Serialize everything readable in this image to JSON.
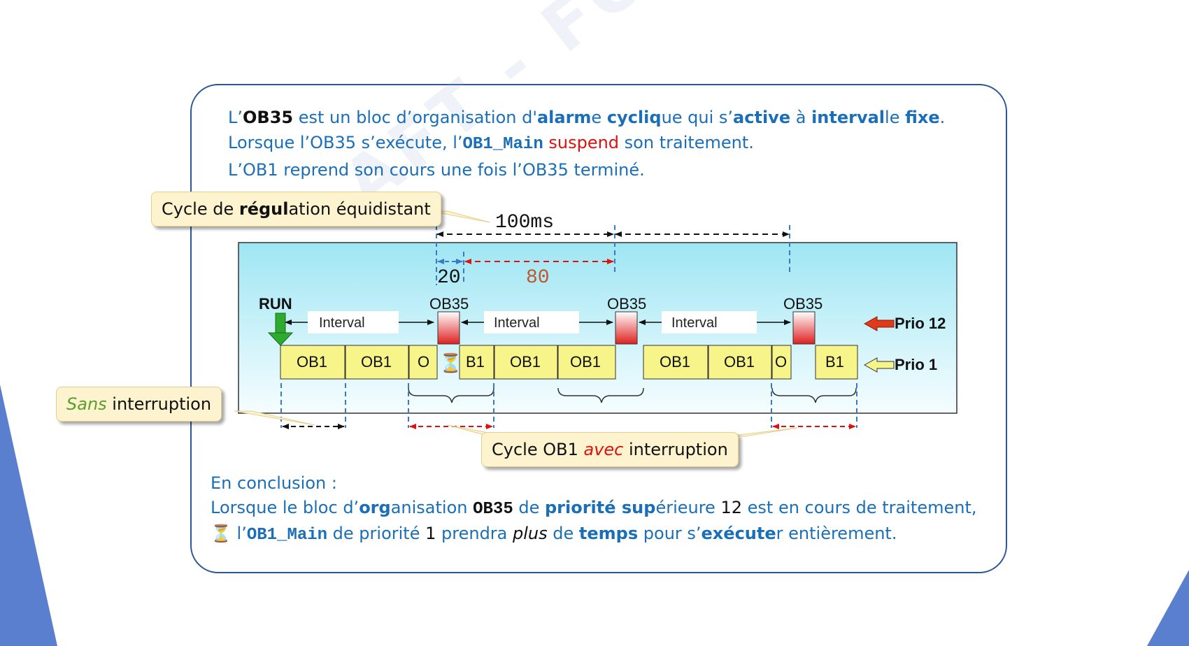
{
  "intro": {
    "l1_a": "L’",
    "l1_ob35": "OB35",
    "l1_b": " est un bloc d’organisation d'",
    "l1_alarm": "alarm",
    "l1_c": "e ",
    "l1_cycliq": "cycliq",
    "l1_d": "ue qui s’",
    "l1_active": "active",
    "l1_e": " à ",
    "l1_interval": "interval",
    "l1_f": "le ",
    "l1_fixe": "fixe",
    "l1_g": ".",
    "l2_a": "Lorsque l’OB35 s’exécute, l’",
    "l2_ob1": "OB1_Main",
    "l2_b": " ",
    "l2_suspend": "suspend",
    "l2_c": " son traitement.",
    "l3": "L’OB1 reprend son cours une fois l’OB35 terminé."
  },
  "callouts": {
    "regulation_a": "Cycle de ",
    "regulation_b": "régul",
    "regulation_c": "ation équidistant",
    "sans_a": "Sans",
    "sans_b": " interruption",
    "avec_a": "Cycle OB1 ",
    "avec_b": "avec",
    "avec_c": " interruption"
  },
  "diagram": {
    "period_label": "100ms",
    "ob35_time": "20",
    "ob1_time": "80",
    "run_label": "RUN",
    "ob35_label": "OB35",
    "interval_label": "Interval",
    "ob1_label": "OB1",
    "split_o": "O",
    "split_b1": "B1",
    "prio12": "Prio 12",
    "prio1": "Prio 1",
    "hourglass": "⏳"
  },
  "conclusion": {
    "l1": "En conclusion :",
    "l2_a": "Lorsque le bloc d’",
    "l2_org": "org",
    "l2_b": "anisation ",
    "l2_ob35": "OB35",
    "l2_c": " de ",
    "l2_prio": "priorité sup",
    "l2_d": "érieure ",
    "l2_12": "12",
    "l2_e": " est en cours de traitement,",
    "l3_icon": "⏳",
    "l3_a": " l’",
    "l3_ob1": "OB1_Main",
    "l3_b": " de priorité ",
    "l3_1": "1",
    "l3_c": " prendra ",
    "l3_plus": "plus",
    "l3_d": " de ",
    "l3_temps": "temps",
    "l3_e": " pour s’",
    "l3_exec": "exécute",
    "l3_f": "r entièrement."
  },
  "watermark": "AFT - FORMA - OUEST",
  "colors": {
    "panel_border": "#2f5597",
    "text_blue": "#1a6fb8",
    "accent_red": "#e01010",
    "timeline_bg": "#c8f2f8",
    "block_yellow": "#f7f58a",
    "corner_blue": "#5b7fcf"
  }
}
